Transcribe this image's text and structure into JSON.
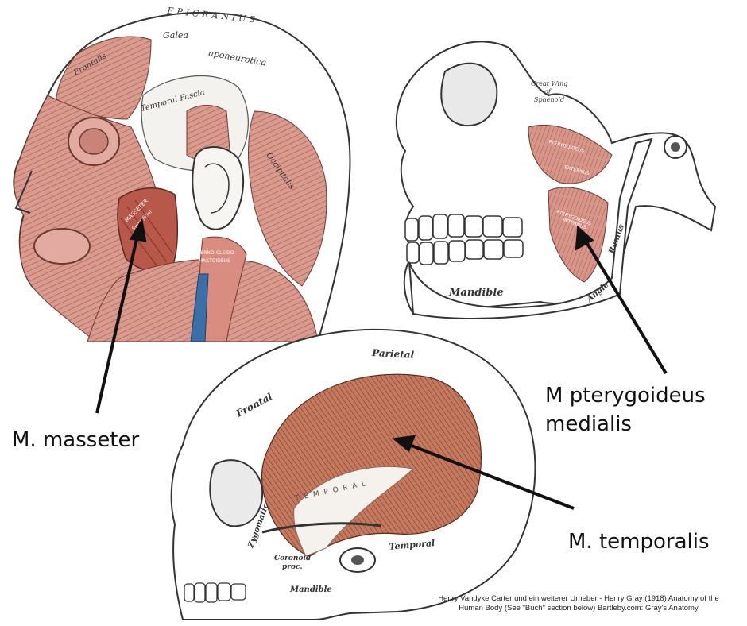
{
  "labels": {
    "masseter": "M. masseter",
    "pterygoideus_line1": "M pterygoideus",
    "pterygoideus_line2": "medialis",
    "temporalis": "M. temporalis"
  },
  "figure_text": {
    "head": {
      "epicranius": "EPICRANIUS",
      "galea": "Galea",
      "aponeurotica": "aponeurotica",
      "frontalis": "Frontalis",
      "temporal_fascia": "Temporal Fascia",
      "occipitalis": "Occipitalis",
      "masseter": "MASSETER",
      "superficial": "Superficial",
      "sterno_1": "STERNO-CLEIDO-",
      "sterno_2": "MASTOIDEUS"
    },
    "skull_right": {
      "great_wing_1": "Great Wing",
      "great_wing_2": "of",
      "great_wing_3": "Sphenoid",
      "pterygoideus": "PTERYGOIDEUS",
      "externus": "EXTERNUS",
      "pterygoideus_internus_1": "PTERYGOIDEUS",
      "pterygoideus_internus_2": "INTERNUS",
      "mandible": "Mandible",
      "ramus": "Ramus",
      "angle": "Angle"
    },
    "skull_bottom": {
      "parietal": "Parietal",
      "frontal": "Frontal",
      "temporal_muscle": "TEMPORAL",
      "zygomatic": "Zygomatic",
      "coronoid_1": "Coronoid",
      "coronoid_2": "proc.",
      "mandible": "Mandible",
      "temporal_bone": "Temporal"
    }
  },
  "credit_line1": "Henry Vandyke Carter und ein weiterer Urheber - Henry Gray (1918) Anatomy of the",
  "credit_line2": "Human Body (See \"Buch\" section below) Bartleby.com: Gray's Anatomy",
  "colors": {
    "muscle": "#d9948a",
    "muscle_dark": "#b8584a",
    "temporalis": "#b8684f",
    "bone": "#ffffff",
    "line": "#222222",
    "vein": "#3a6fa8"
  }
}
